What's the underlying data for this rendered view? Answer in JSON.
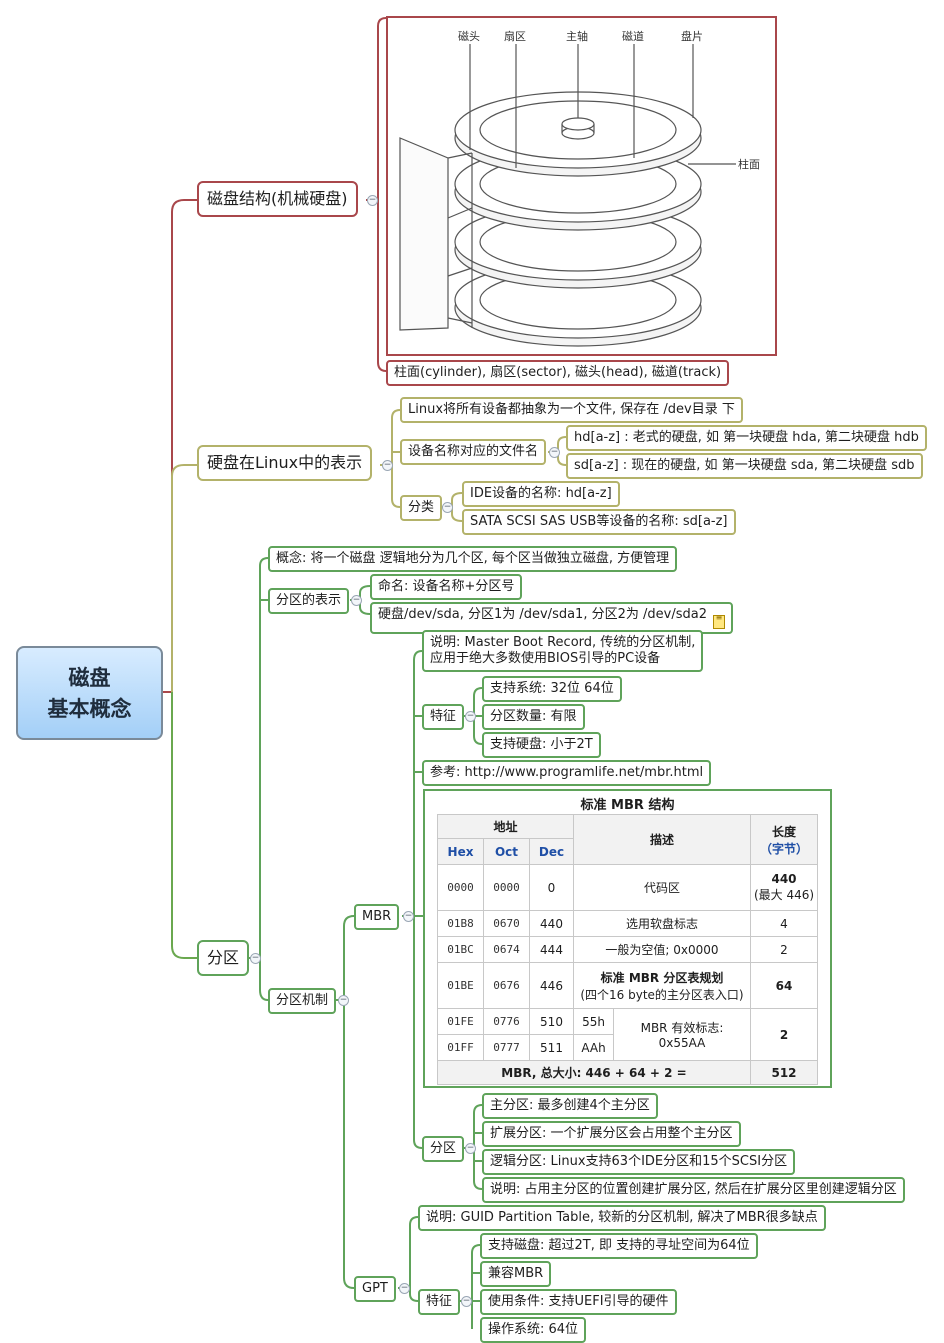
{
  "root": {
    "line1": "磁盘",
    "line2": "基本概念"
  },
  "structure": {
    "label": "磁盘结构(机械硬盘)",
    "caption": "柱面(cylinder), 扇区(sector), 磁头(head), 磁道(track)",
    "image_labels": {
      "head": "磁头",
      "sector": "扇区",
      "spindle": "主轴",
      "track": "磁道",
      "platter": "盘片",
      "cylinder": "柱面"
    }
  },
  "linux": {
    "label": "硬盘在Linux中的表示",
    "abstract": "Linux将所有设备都抽象为一个文件, 保存在 /dev目录 下",
    "naming_label": "设备名称对应的文件名",
    "hd": "hd[a-z] : 老式的硬盘, 如 第一块硬盘 hda, 第二块硬盘 hdb",
    "sd": "sd[a-z] : 现在的硬盘, 如 第一块硬盘 sda, 第二块硬盘 sdb",
    "class_label": "分类",
    "ide": "IDE设备的名称: hd[a-z]",
    "sata": "SATA SCSI SAS USB等设备的名称: sd[a-z]"
  },
  "partition": {
    "label": "分区",
    "concept": "概念: 将一个磁盘 逻辑地分为几个区, 每个区当做独立磁盘, 方便管理",
    "repr_label": "分区的表示",
    "naming": "命名: 设备名称+分区号",
    "example": "硬盘/dev/sda, 分区1为 /dev/sda1, 分区2为 /dev/sda2",
    "mech_label": "分区机制"
  },
  "mbr": {
    "label": "MBR",
    "desc1": "说明: Master Boot Record, 传统的分区机制,",
    "desc2": "应用于绝大多数使用BIOS引导的PC设备",
    "feat_label": "特征",
    "feat1": "支持系统: 32位 64位",
    "feat2": "分区数量: 有限",
    "feat3": "支持硬盘: 小于2T",
    "ref": "参考: http://www.programlife.net/mbr.html",
    "parts_label": "分区",
    "part1": "主分区: 最多创建4个主分区",
    "part2": "扩展分区: 一个扩展分区会占用整个主分区",
    "part3": "逻辑分区: Linux支持63个IDE分区和15个SCSI分区",
    "part4": "说明: 占用主分区的位置创建扩展分区, 然后在扩展分区里创建逻辑分区",
    "table": {
      "title": "标准 MBR 结构",
      "h_addr": "地址",
      "h_desc": "描述",
      "h_len1": "长度",
      "h_len2": "（字节）",
      "h_hex": "Hex",
      "h_oct": "Oct",
      "h_dec": "Dec",
      "r1": {
        "hex": "0000",
        "oct": "0000",
        "dec": "0",
        "desc": "代码区",
        "len1": "440",
        "len2": "(最大 446)"
      },
      "r2": {
        "hex": "01B8",
        "oct": "0670",
        "dec": "440",
        "desc": "选用软盘标志",
        "len": "4"
      },
      "r3": {
        "hex": "01BC",
        "oct": "0674",
        "dec": "444",
        "desc": "一般为空值; 0x0000",
        "len": "2"
      },
      "r4": {
        "hex": "01BE",
        "oct": "0676",
        "dec": "446",
        "desc1": "标准 MBR 分区表规划",
        "desc2": "(四个16 byte的主分区表入口)",
        "len": "64"
      },
      "r5": {
        "hex": "01FE",
        "oct": "0776",
        "dec": "510",
        "val": "55h",
        "desc1": "MBR 有效标志:",
        "desc2": "0x55AA",
        "len": "2"
      },
      "r6": {
        "hex": "01FF",
        "oct": "0777",
        "dec": "511",
        "val": "AAh"
      },
      "total": "MBR, 总大小: 446 + 64 + 2 =",
      "total_len": "512"
    }
  },
  "gpt": {
    "label": "GPT",
    "desc": "说明: GUID Partition Table, 较新的分区机制, 解决了MBR很多缺点",
    "feat_label": "特征",
    "feat1": "支持磁盘: 超过2T, 即 支持的寻址空间为64位",
    "feat2": "兼容MBR",
    "feat3": "使用条件: 支持UEFI引导的硬件",
    "feat4": "操作系统: 64位"
  },
  "colors": {
    "red": "#a9474b",
    "olive": "#b3b26a",
    "green": "#5fa35a",
    "root_bg": "#a3cff7"
  }
}
